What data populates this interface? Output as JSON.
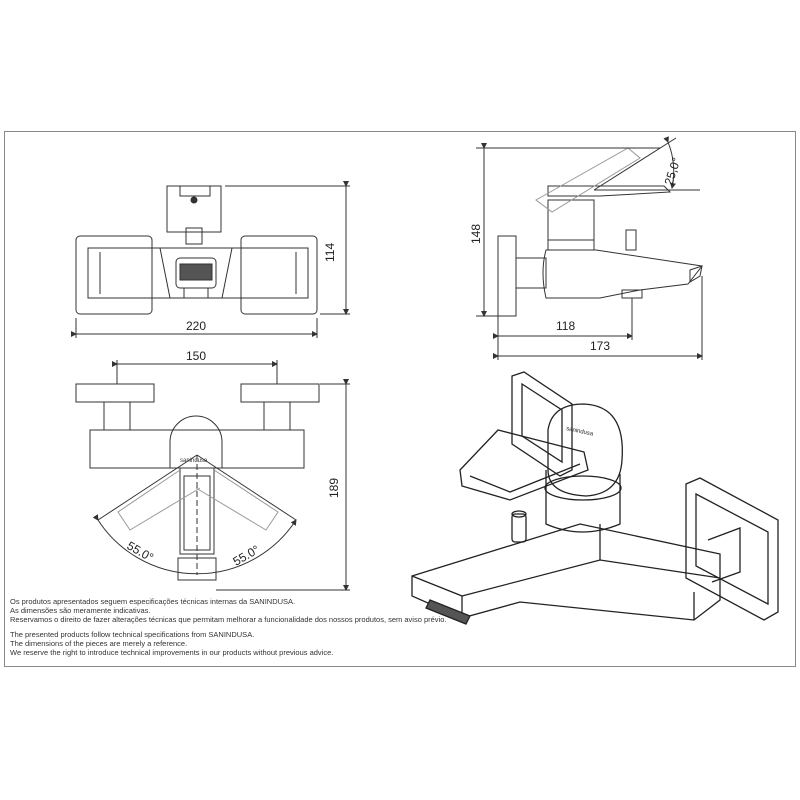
{
  "dimensions": {
    "top_view_width": "220",
    "top_view_depth": "114",
    "side_view_height": "148",
    "side_view_angle": "25,0°",
    "side_view_spout_reach": "118",
    "side_view_total_length": "173",
    "front_view_centers": "150",
    "front_view_height": "189",
    "front_view_angle_left": "55.0°",
    "front_view_angle_right": "55.0°"
  },
  "brand_mark": "sanindusa",
  "notes_pt": [
    "Os produtos apresentados seguem especificações técnicas internas da SANINDUSA.",
    "As dimensões são meramente indicativas.",
    "Reservamos o direito de fazer alterações técnicas que permitam melhorar a funcionalidade dos nossos produtos, sem aviso prévio."
  ],
  "notes_en": [
    "The presented products follow technical specifications from SANINDUSA.",
    "The dimensions of the pieces are merely a reference.",
    "We reserve the right to introduce technical improvements in our products without previous advice."
  ]
}
